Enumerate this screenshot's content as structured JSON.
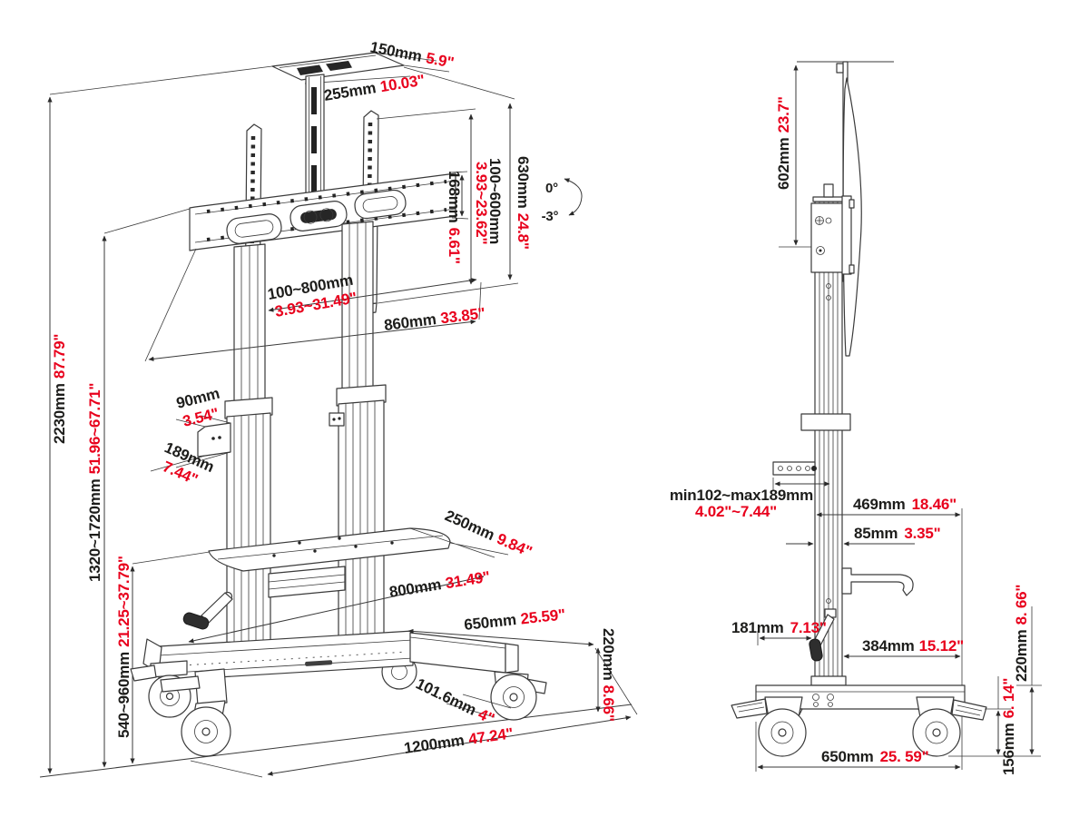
{
  "doc": {
    "kind": "TV mobile cart dimension drawing",
    "views": [
      "front",
      "side"
    ]
  },
  "colors": {
    "dim_mm": "#1d1d1b",
    "dim_inch": "#e8001c",
    "line": "#3a3a3a"
  },
  "front_view": {
    "dims": {
      "top_plate_depth": {
        "mm": "150mm",
        "in": "5.9\""
      },
      "top_plate_width": {
        "mm": "255mm",
        "in": "10.03\""
      },
      "bracket_height": {
        "mm": "168mm",
        "in": "6.61\""
      },
      "vesa_vertical": {
        "mm": "100~600mm",
        "in": "3.93~23.62\""
      },
      "upper_column_height": {
        "mm": "630mm",
        "in": "24.8\""
      },
      "tilt_up": "0°",
      "tilt_down": "-3°",
      "vesa_horizontal": {
        "mm": "100~800mm",
        "in": "3.93~31.49\""
      },
      "bracket_width": {
        "mm": "860mm",
        "in": "33.85\""
      },
      "overall_height": {
        "mm": "2230mm",
        "in": "87.79\""
      },
      "screen_center_height": {
        "mm": "1320~1720mm",
        "in": "51.96~67.71\""
      },
      "handle_width": {
        "mm": "90mm",
        "in": "3.54\""
      },
      "handle_depth": {
        "mm": "189mm",
        "in": "7.44\""
      },
      "shelf_height_range": {
        "mm": "540~960mm",
        "in": "21.25~37.79\""
      },
      "shelf_depth": {
        "mm": "250mm",
        "in": "9.84\""
      },
      "shelf_width": {
        "mm": "800mm",
        "in": "31.49\""
      },
      "leg_length": {
        "mm": "650mm",
        "in": "25.59\""
      },
      "base_height": {
        "mm": "220mm",
        "in": "8.66\""
      },
      "caster_diameter": {
        "mm": "101.6mm",
        "in": "4\""
      },
      "base_width": {
        "mm": "1200mm",
        "in": "47.24\""
      }
    }
  },
  "side_view": {
    "dims": {
      "mount_to_tv_top": {
        "mm": "602mm",
        "in": "23.7\""
      },
      "handle_extension": {
        "mm": "min102~max189mm",
        "in": "4.02\"~7.44\""
      },
      "overall_depth": {
        "mm": "469mm",
        "in": "18.46\""
      },
      "column_depth": {
        "mm": "85mm",
        "in": "3.35\""
      },
      "crank_offset": {
        "mm": "181mm",
        "in": "7.13\""
      },
      "shelf_depth_back": {
        "mm": "384mm",
        "in": "15.12\""
      },
      "base_height": {
        "mm": "220mm",
        "in": "8. 66\""
      },
      "caster_height": {
        "mm": "156mm",
        "in": "6. 14\""
      },
      "base_depth": {
        "mm": "650mm",
        "in": "25. 59\""
      }
    }
  }
}
